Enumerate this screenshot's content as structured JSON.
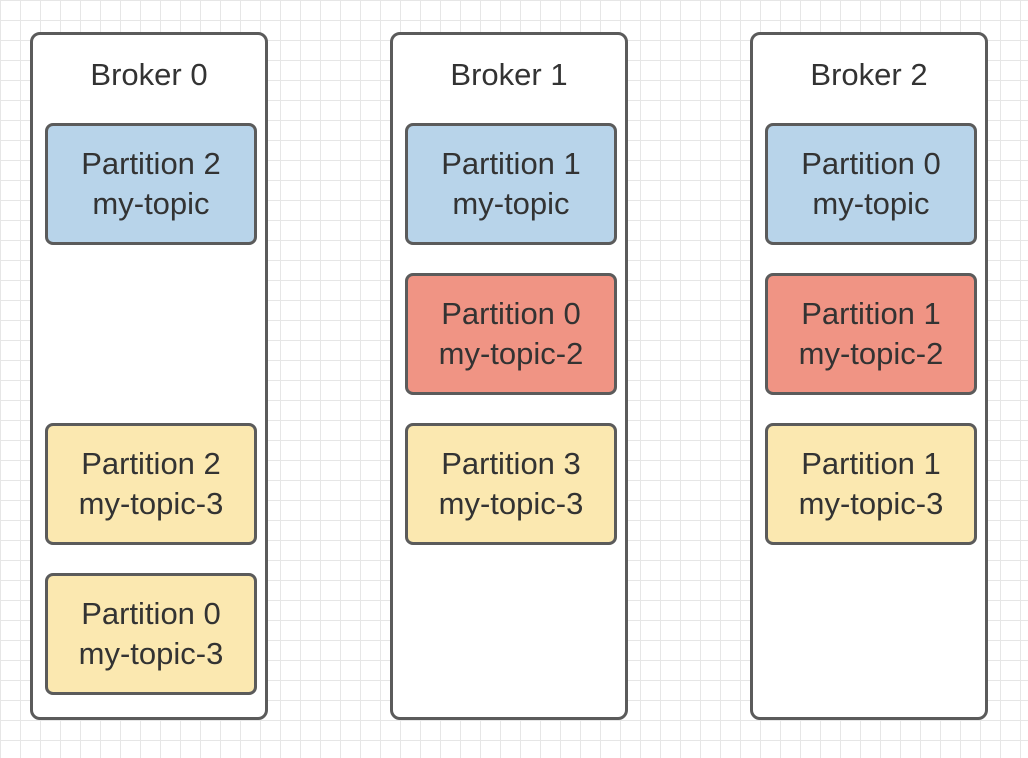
{
  "colors": {
    "my-topic": "#b8d4ea",
    "my-topic-2": "#f09484",
    "my-topic-3": "#fbe8b0",
    "border": "#5b5b5b",
    "text": "#333333"
  },
  "brokers": [
    {
      "title": "Broker 0",
      "partitions": [
        {
          "label": "Partition 2",
          "topic": "my-topic",
          "slot": 0
        },
        {
          "label": "Partition 2",
          "topic": "my-topic-3",
          "slot": 2
        },
        {
          "label": "Partition 0",
          "topic": "my-topic-3",
          "slot": 3
        }
      ]
    },
    {
      "title": "Broker 1",
      "partitions": [
        {
          "label": "Partition 1",
          "topic": "my-topic",
          "slot": 0
        },
        {
          "label": "Partition 0",
          "topic": "my-topic-2",
          "slot": 1
        },
        {
          "label": "Partition 3",
          "topic": "my-topic-3",
          "slot": 2
        }
      ]
    },
    {
      "title": "Broker 2",
      "partitions": [
        {
          "label": "Partition 0",
          "topic": "my-topic",
          "slot": 0
        },
        {
          "label": "Partition 1",
          "topic": "my-topic-2",
          "slot": 1
        },
        {
          "label": "Partition 1",
          "topic": "my-topic-3",
          "slot": 2
        }
      ]
    }
  ]
}
